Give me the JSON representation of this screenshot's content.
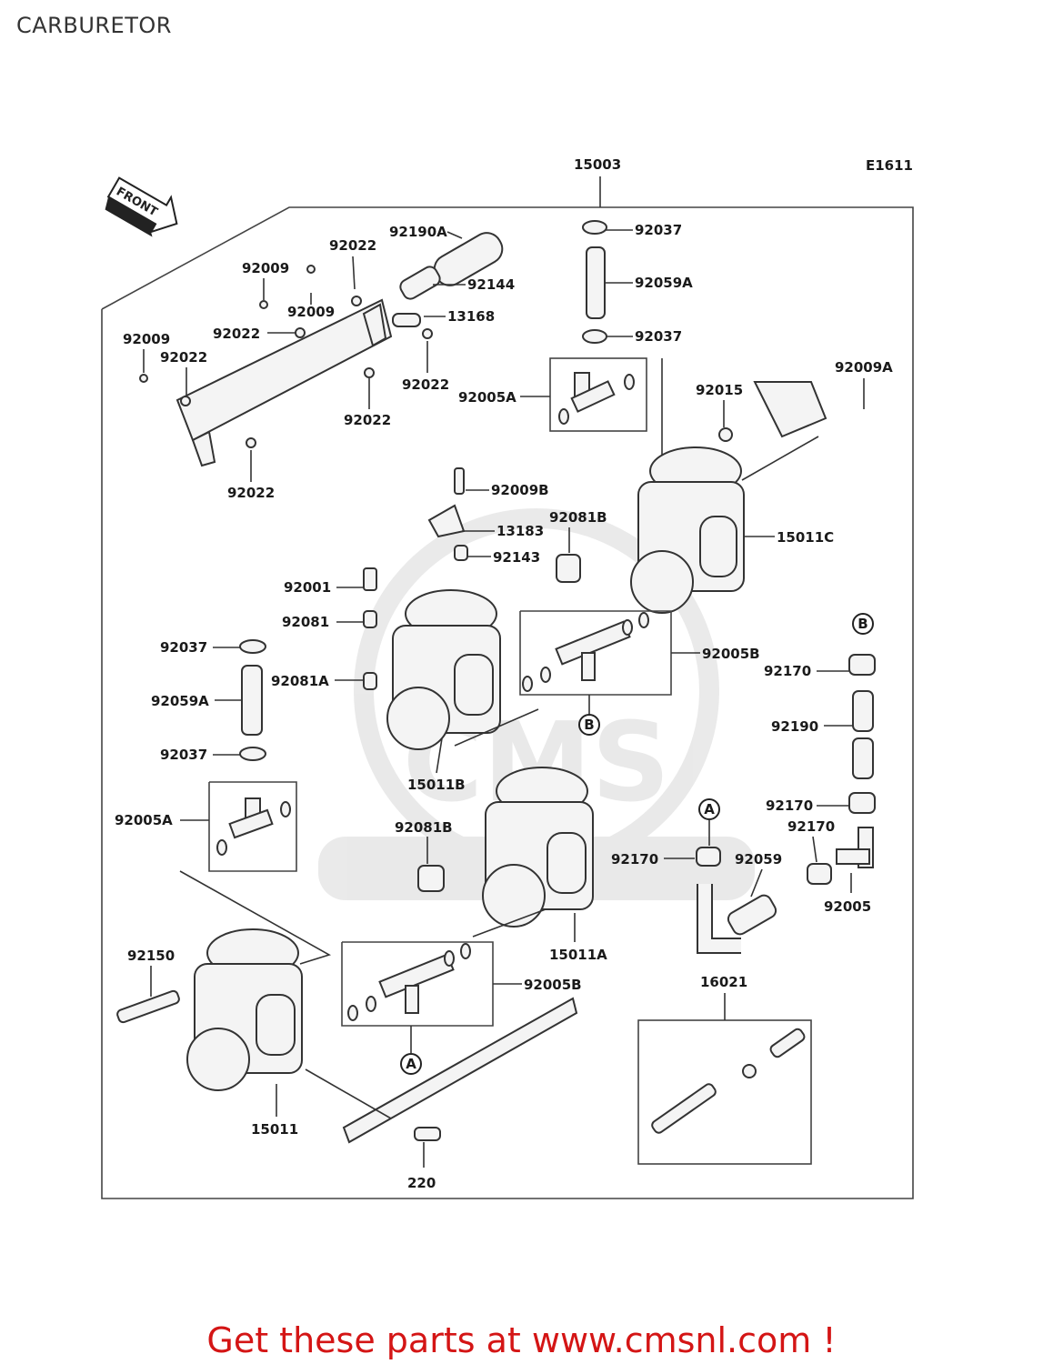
{
  "page": {
    "title": "CARBURETOR"
  },
  "diagram": {
    "figure_code": "E1611",
    "front_label": "FRONT",
    "ref_a": "A",
    "ref_b": "B",
    "callouts": [
      {
        "id": "c15003",
        "text": "15003"
      },
      {
        "id": "c92190a",
        "text": "92190A"
      },
      {
        "id": "c92037a",
        "text": "92037"
      },
      {
        "id": "c92022a",
        "text": "92022"
      },
      {
        "id": "c92009a",
        "text": "92009"
      },
      {
        "id": "c92144",
        "text": "92144"
      },
      {
        "id": "c92059a1",
        "text": "92059A"
      },
      {
        "id": "c92009b",
        "text": "92009"
      },
      {
        "id": "c13168",
        "text": "13168"
      },
      {
        "id": "c92009c",
        "text": "92009"
      },
      {
        "id": "c92022b",
        "text": "92022"
      },
      {
        "id": "c92037b",
        "text": "92037"
      },
      {
        "id": "c92022c",
        "text": "92022"
      },
      {
        "id": "c92009A",
        "text": "92009A"
      },
      {
        "id": "c92022d",
        "text": "92022"
      },
      {
        "id": "c92005a1",
        "text": "92005A"
      },
      {
        "id": "c92015",
        "text": "92015"
      },
      {
        "id": "c92022e",
        "text": "92022"
      },
      {
        "id": "c92022f",
        "text": "92022"
      },
      {
        "id": "c92009B",
        "text": "92009B"
      },
      {
        "id": "c13183",
        "text": "13183"
      },
      {
        "id": "c92081b1",
        "text": "92081B"
      },
      {
        "id": "c92143",
        "text": "92143"
      },
      {
        "id": "c15011c",
        "text": "15011C"
      },
      {
        "id": "c92001",
        "text": "92001"
      },
      {
        "id": "c92081",
        "text": "92081"
      },
      {
        "id": "c92037c",
        "text": "92037"
      },
      {
        "id": "c92005b1",
        "text": "92005B"
      },
      {
        "id": "c92170a",
        "text": "92170"
      },
      {
        "id": "c92081a",
        "text": "92081A"
      },
      {
        "id": "c92059a2",
        "text": "92059A"
      },
      {
        "id": "c92190",
        "text": "92190"
      },
      {
        "id": "c92037d",
        "text": "92037"
      },
      {
        "id": "c15011b",
        "text": "15011B"
      },
      {
        "id": "c92170b",
        "text": "92170"
      },
      {
        "id": "c92005a2",
        "text": "92005A"
      },
      {
        "id": "c92081b2",
        "text": "92081B"
      },
      {
        "id": "c92170c",
        "text": "92170"
      },
      {
        "id": "c92170d",
        "text": "92170"
      },
      {
        "id": "c92059",
        "text": "92059"
      },
      {
        "id": "c92005",
        "text": "92005"
      },
      {
        "id": "c15011a",
        "text": "15011A"
      },
      {
        "id": "c92150",
        "text": "92150"
      },
      {
        "id": "c92005b2",
        "text": "92005B"
      },
      {
        "id": "c16021",
        "text": "16021"
      },
      {
        "id": "c15011",
        "text": "15011"
      },
      {
        "id": "c220",
        "text": "220"
      }
    ]
  },
  "footer": {
    "promo": "Get these parts at www.cmsnl.com !",
    "promo_color": "#d41515"
  }
}
